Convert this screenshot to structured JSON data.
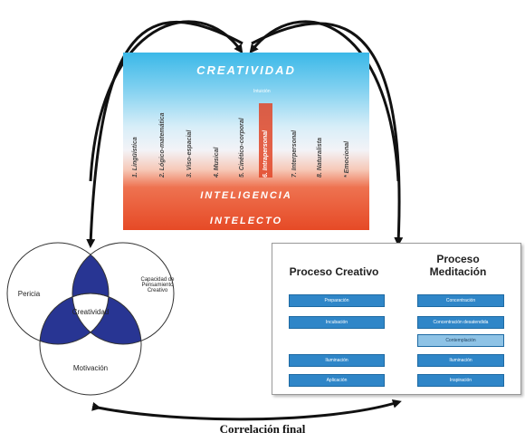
{
  "top_panel": {
    "title": "CREATIVIDAD",
    "small_label": "Intuición",
    "intelligences": [
      "1. Lingüística",
      "2. Lógico-matemática",
      "3. Viso-espacial",
      "4. Musical",
      "5. Cinético-corporal",
      "6. Intrapersonal",
      "7. Interpersonal",
      "8. Naturalista",
      "* Emocional"
    ],
    "band_1": "INTELIGENCIA",
    "band_2": "INTELECTO"
  },
  "venn": {
    "left": "Pericia",
    "right": "Capacidad de Pensamiento Creativo",
    "bottom": "Motivación",
    "center": "Creatividad",
    "fill_color": "#283593"
  },
  "process_box": {
    "header_left": "Proceso Creativo",
    "header_right": "Proceso Meditación",
    "creative_steps": [
      "Preparación",
      "Incubación",
      "Iluminación",
      "Aplicación"
    ],
    "meditation_steps": [
      "Concentración",
      "Concentración desatendida",
      "Contemplación",
      "Iluminación",
      "Inspiración"
    ]
  },
  "caption": "Correlación final",
  "colors": {
    "accent_blue": "#2f86c8",
    "panel_top": "#3ab8e8",
    "panel_bottom": "#e64a26"
  }
}
